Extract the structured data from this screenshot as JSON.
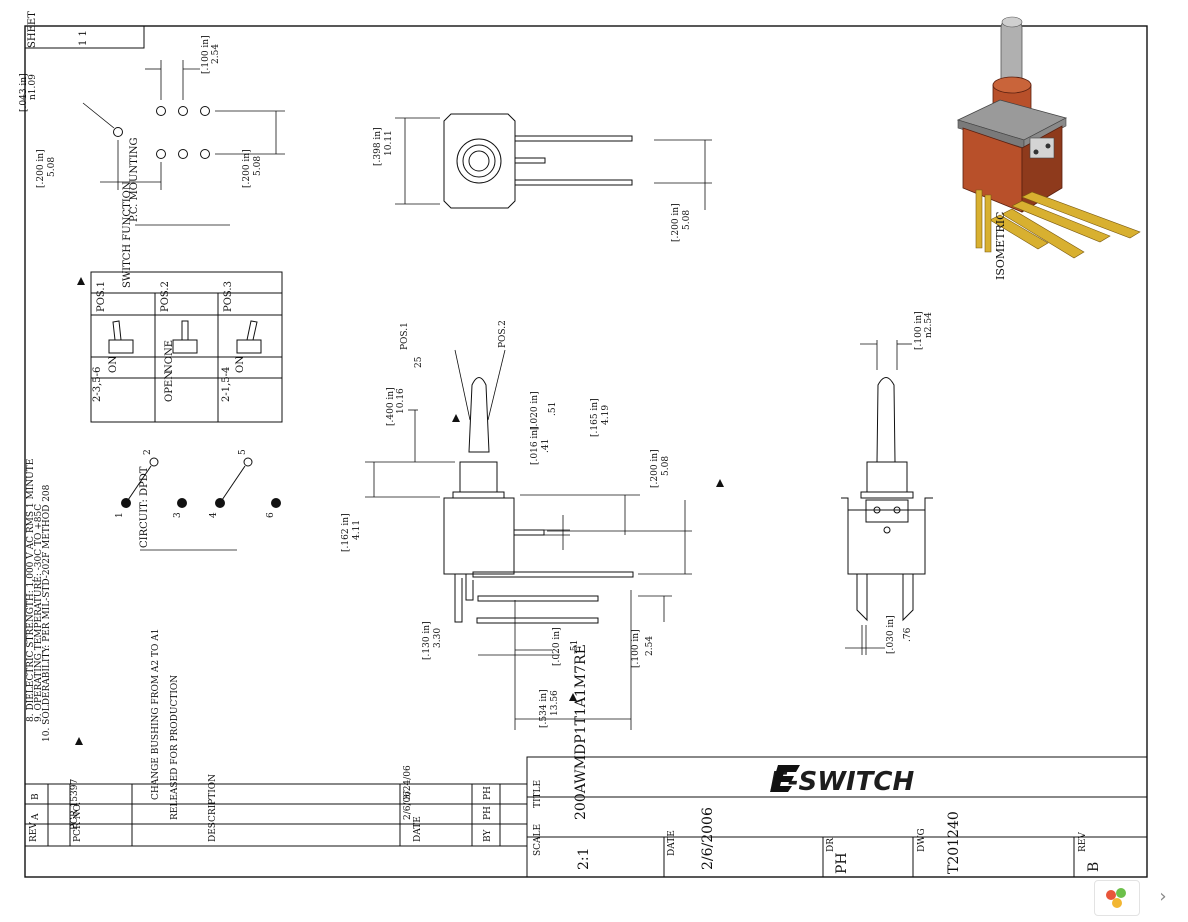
{
  "sheet": {
    "label": "SHEET",
    "value": "1 1"
  },
  "mounting": {
    "hole_dia": "[.043 in]",
    "hole_dia_mm": "n1.09",
    "pitch_top": "[.100 in]",
    "pitch_top_mm": "2.54",
    "pitch_left": "[.200 in]",
    "pitch_left_mm": "5.08",
    "pitch_right": "[.200 in]",
    "pitch_right_mm": "5.08",
    "caption": "P.C. MOUNTING"
  },
  "switch_function": {
    "caption": "SWITCH FUNCTION",
    "positions": [
      "POS.1",
      "POS.2",
      "POS.3"
    ],
    "states": [
      "ON",
      "NONE",
      "ON"
    ],
    "connections": [
      "2-3,5-6",
      "OPEN",
      "2-1,5-4"
    ]
  },
  "circuit": {
    "caption": "CIRCUIT: DPDT",
    "terminals": [
      "1",
      "2",
      "3",
      "4",
      "5",
      "6"
    ]
  },
  "top_view": {
    "height": "[.398 in]",
    "height_mm": "10.11",
    "pitch": "[.200 in]",
    "pitch_mm": "5.08"
  },
  "side_view": {
    "pos1": "POS.1",
    "pos2": "POS.2",
    "angle": "25",
    "lever": "[.400 in]",
    "lever_mm": "10.16",
    "bushing": "[.162 in]",
    "bushing_mm": "4.11",
    "pin_t1": "[.016 in]",
    "pin_t1_mm": ".41",
    "pin_t2": "[.020 in]",
    "pin_t2_mm": ".51",
    "body": "[.165 in]",
    "body_mm": "4.19",
    "pitch": "[.200 in]",
    "pitch_mm": "5.08",
    "bend": "[.130 in]",
    "bend_mm": "3.30",
    "pin_w": "[.020 in]",
    "pin_w_mm": ".51",
    "lead": "[.100 in]",
    "lead_mm": "2.54",
    "overall": "[.534 in]",
    "overall_mm": "13.56"
  },
  "front_view": {
    "pitch": "[.100 in]",
    "pitch_mm": "n2.54",
    "pin": "[.030 in]",
    "pin_mm": ".76"
  },
  "isometric": {
    "caption": "ISOMETRIC"
  },
  "notes": [
    "8. DIELECTRIC STRENGTH: 1,000 V AC RMS 1 MINUTE",
    "9. OPERATING TEMPERATURE: -30C TO +85C",
    "10. SOLDERABILITY: PER MIL-STD-202F METHOD 208"
  ],
  "revisions": {
    "headers": {
      "rev": "REV",
      "pcr": "PCR NO.",
      "description": "DESCRIPTION",
      "date": "DATE",
      "by": "BY"
    },
    "rows": [
      {
        "rev": "A",
        "pcr": "",
        "description": "RELEASED FOR PRODUCTION",
        "date": "2/6/06",
        "by": "PH"
      },
      {
        "rev": "B",
        "pcr": "PCR 15397",
        "description": "CHANGE BUSHING FROM A2 TO A1",
        "date": "3/24/06",
        "by": "PH"
      }
    ]
  },
  "title_block": {
    "brand": "E-SWITCH",
    "title_label": "TITLE",
    "title": "200AWMDP1T1A1M7RE",
    "scale_label": "SCALE",
    "scale": "2:1",
    "date_label": "DATE",
    "date": "2/6/2006",
    "dr_label": "DR",
    "dr": "PH",
    "dwg_label": "DWG",
    "dwg": "T201240",
    "rev_label": "REV",
    "rev": "B"
  },
  "colors": {
    "body": "#b8502a",
    "body_dark": "#7a3015",
    "pins": "#d8b030",
    "bushing": "#9a9a9a",
    "lever": "#b0b0b0"
  }
}
